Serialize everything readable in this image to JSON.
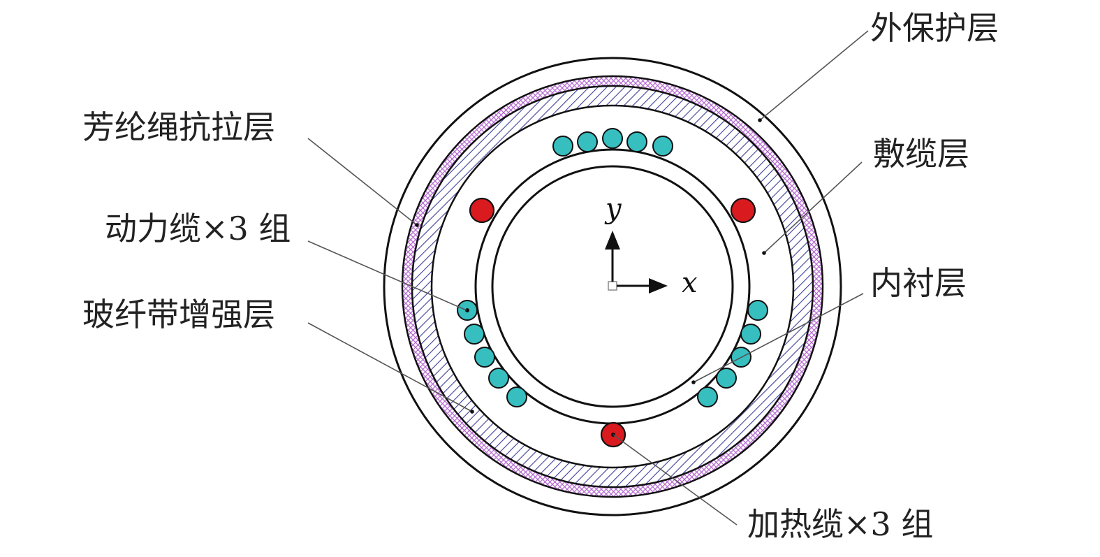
{
  "labels": {
    "outer_protective_layer": "外保护层",
    "aramid_rope_tensile_layer": "芳纶绳抗拉层",
    "cable_laying_layer": "敷缆层",
    "power_cable_group": "动力缆×3 组",
    "inner_lining_layer": "内衬层",
    "fiberglass_tape_reinforcement_layer": "玻纤带增强层",
    "heating_cable_group": "加热缆×3 组"
  },
  "axes": {
    "x": "x",
    "y": "y"
  },
  "colors": {
    "line": "#111111",
    "hatch_blue": "#3b3f9a",
    "mesh_purple": "#b66ad1",
    "power_cable": "#37bfc0",
    "heating_cable": "#d91a1f",
    "leader": "#555555"
  }
}
